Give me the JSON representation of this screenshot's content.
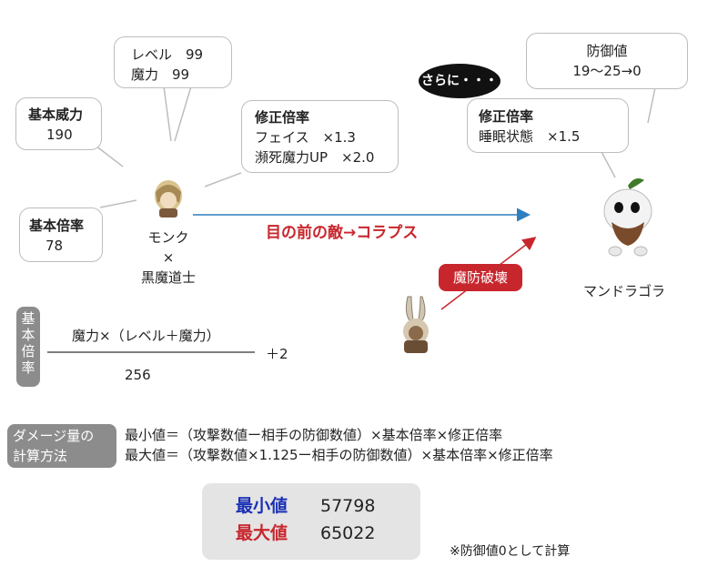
{
  "bubbles": {
    "level_power": {
      "line1": "レベル　99",
      "line2": "魔力　99"
    },
    "base_power": {
      "title": "基本威力",
      "value": "190"
    },
    "correction_left": {
      "title": "修正倍率",
      "line1": "フェイス　×1.3",
      "line2": "瀕死魔力UP　×2.0"
    },
    "base_multiplier": {
      "title": "基本倍率",
      "value": "78"
    },
    "correction_right": {
      "title": "修正倍率",
      "line1": "睡眠状態　×1.5"
    },
    "defense": {
      "line1": "防御値",
      "line2": "19～25→0"
    }
  },
  "sarani": "さらに・・・",
  "attacker": {
    "line1": "モンク",
    "line2": "×",
    "line3": "黒魔道士"
  },
  "arrow_caption": "目の前の敵→コラプス",
  "magic_break": "魔防破壊",
  "target_name": "マンドラゴラ",
  "formula": {
    "vertical_label": [
      "基",
      "本",
      "倍",
      "率"
    ],
    "numerator": "魔力×（レベル＋魔力）",
    "denominator": "256",
    "addend": "＋2"
  },
  "damage": {
    "label_line1": "ダメージ量の",
    "label_line2": "計算方法",
    "min_formula": "最小値＝（攻撃数値ー相手の防御数値）×基本倍率×修正倍率",
    "max_formula": "最大値＝（攻撃数値×1.125ー相手の防御数値）×基本倍率×修正倍率"
  },
  "results": {
    "min_label": "最小値",
    "min_value": "57798",
    "max_label": "最大値",
    "max_value": "65022"
  },
  "note": "※防御値0として計算",
  "colors": {
    "min": "#1a2fb5",
    "max": "#c8262d",
    "arrow": "#2e7fc0",
    "break": "#c8262d",
    "label_gray": "#8c8c8c"
  }
}
